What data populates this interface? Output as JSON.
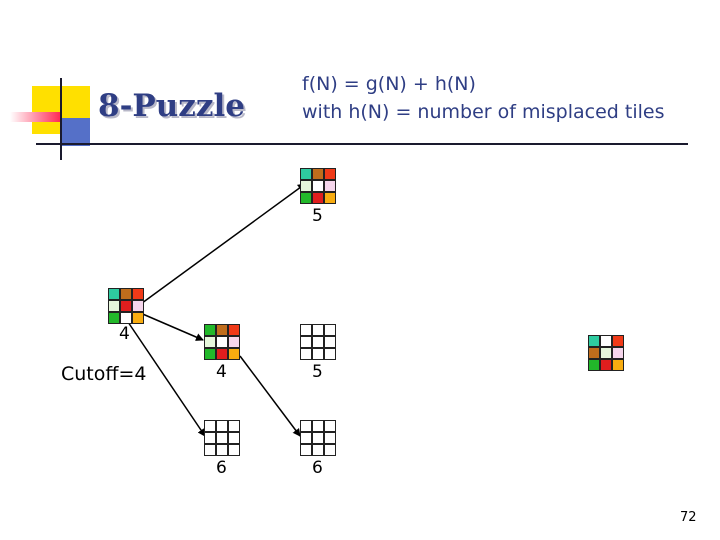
{
  "slide": {
    "title": "8-Puzzle",
    "formula_line1": "f(N) = g(N) + h(N)",
    "formula_line2": "with h(N) = number of misplaced tiles",
    "cutoff_label": "Cutoff=4",
    "page_number": "72"
  },
  "tile_colors": {
    "T": "#2ecba0",
    "B": "#c06d1c",
    "R": "#f03a18",
    "W": "#e6f7dc",
    "P": "#f6d6ec",
    "D": "#e01e1e",
    "G": "#22b82a",
    "Y": "#f8ac10",
    "O": "#ffffff"
  },
  "nodes": [
    {
      "id": "top-node",
      "label": "5",
      "state": [
        "T",
        "B",
        "R",
        "W",
        "O",
        "P",
        "G",
        "D",
        "Y"
      ]
    },
    {
      "id": "root-node",
      "label": "4",
      "state": [
        "T",
        "B",
        "R",
        "W",
        "D",
        "P",
        "G",
        "O",
        "Y"
      ]
    },
    {
      "id": "child-left",
      "label": "4",
      "state": [
        "G",
        "B",
        "R",
        "W",
        "O",
        "P",
        "G",
        "D",
        "Y"
      ]
    },
    {
      "id": "child-right",
      "label": "5",
      "state": [
        "O",
        "O",
        "O",
        "O",
        "O",
        "O",
        "O",
        "O",
        "O"
      ]
    },
    {
      "id": "grandchild-left",
      "label": "6",
      "state": [
        "O",
        "O",
        "O",
        "O",
        "O",
        "O",
        "O",
        "O",
        "O"
      ]
    },
    {
      "id": "grandchild-right",
      "label": "6",
      "state": [
        "O",
        "O",
        "O",
        "O",
        "O",
        "O",
        "O",
        "O",
        "O"
      ]
    },
    {
      "id": "goal-node",
      "label": "",
      "state": [
        "T",
        "O",
        "R",
        "B",
        "W",
        "P",
        "G",
        "D",
        "Y"
      ]
    }
  ]
}
